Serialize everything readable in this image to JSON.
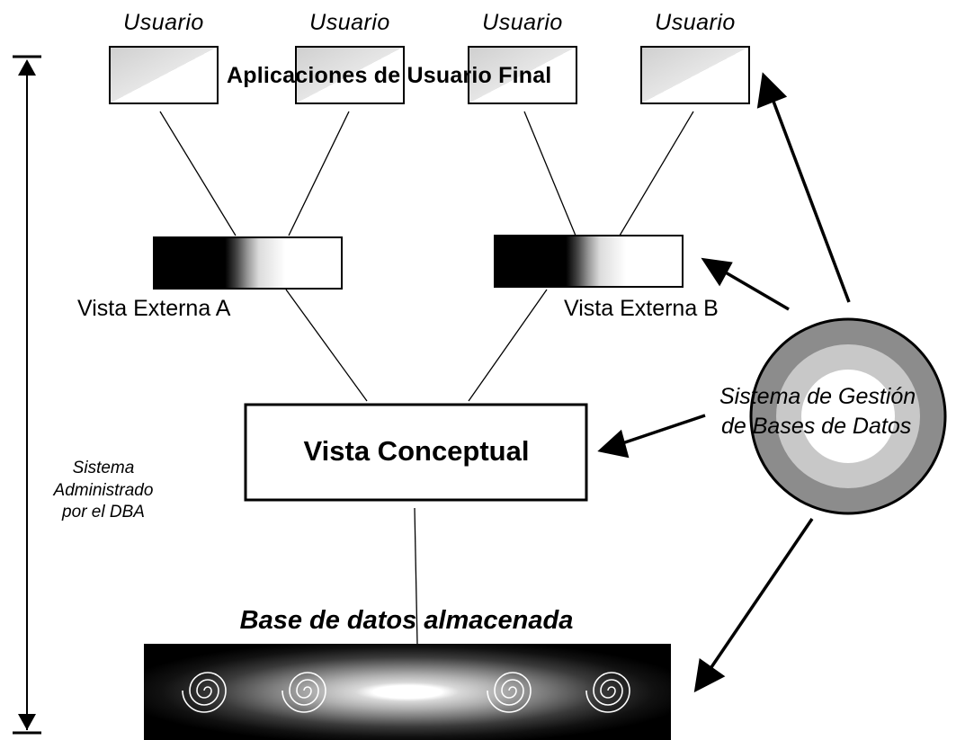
{
  "users": [
    {
      "label": "Usuario"
    },
    {
      "label": "Usuario"
    },
    {
      "label": "Usuario"
    },
    {
      "label": "Usuario"
    }
  ],
  "applications_title": "Aplicaciones de Usuario Final",
  "external_views": [
    {
      "label": "Vista Externa A"
    },
    {
      "label": "Vista Externa B"
    }
  ],
  "conceptual_view": "Vista Conceptual",
  "stored_database": "Base de datos almacenada",
  "dbms": {
    "line1": "Sistema de Gestión",
    "line2": "de Bases de Datos"
  },
  "dba_note": {
    "line1": "Sistema",
    "line2": "Administrado",
    "line3": "por el DBA"
  },
  "colors": {
    "stroke": "#000000",
    "light_gray": "#d9d9d9",
    "mid_gray": "#8c8c8c",
    "dark_gray": "#4d4d4d"
  }
}
